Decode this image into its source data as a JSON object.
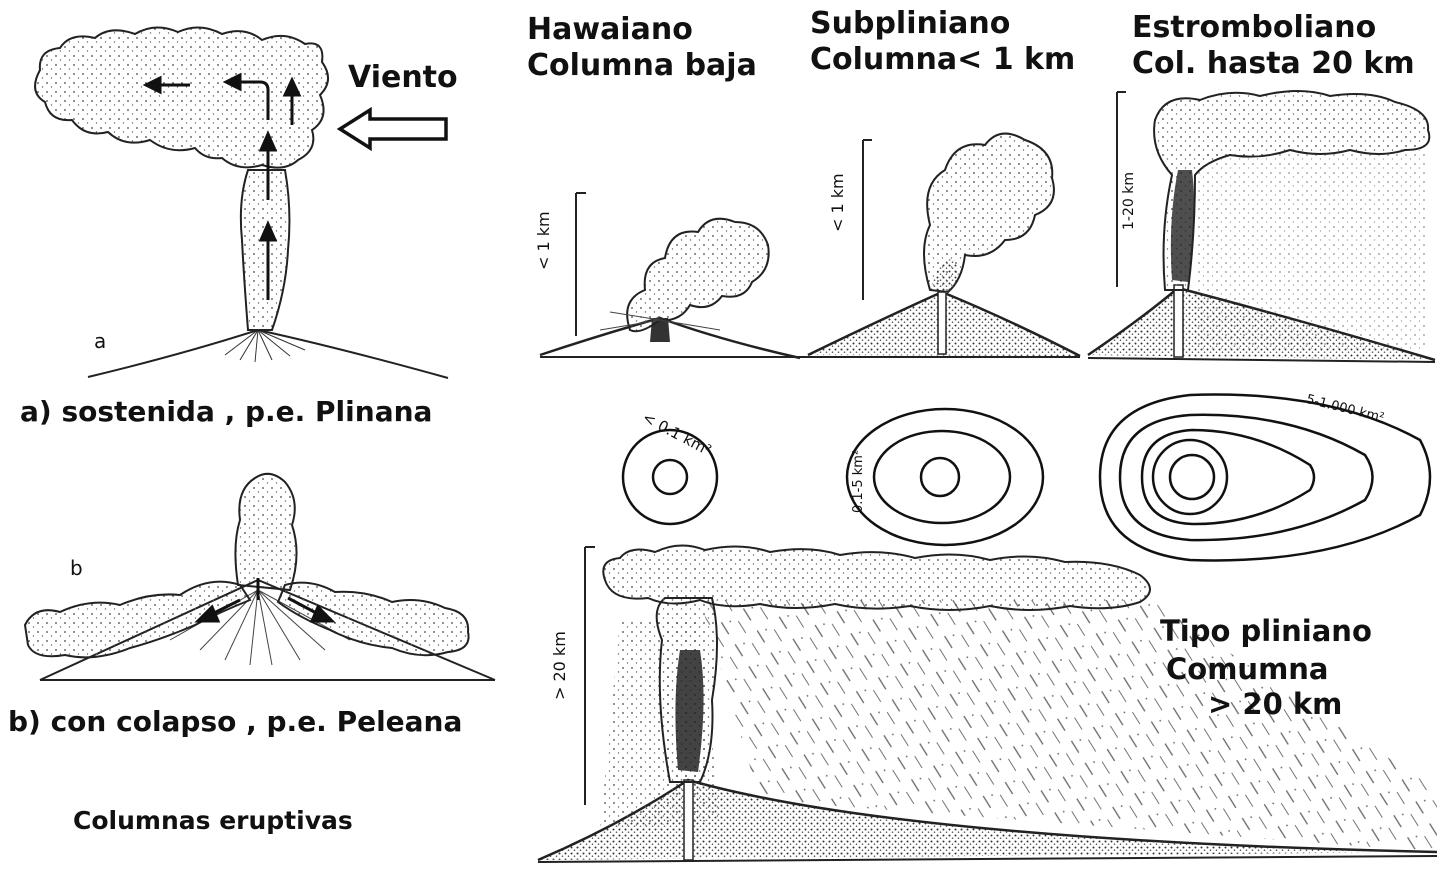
{
  "left": {
    "wind_label": "Viento",
    "panel_a_letter": "a",
    "panel_a_caption": "a) sostenida , p.e. Plinana",
    "panel_b_letter": "b",
    "panel_b_caption": "b) con colapso , p.e. Peleana",
    "title": "Columnas eruptivas"
  },
  "top_row": [
    {
      "line1": "Hawaiano",
      "line2": "Columna baja",
      "scale": "< 1 km"
    },
    {
      "line1": "Subpliniano",
      "line2": "Columna< 1 km",
      "scale": "< 1 km"
    },
    {
      "line1": "Estromboliano",
      "line2": "Col. hasta 20 km",
      "scale": "1-20 km"
    }
  ],
  "isopachs": [
    {
      "area": "< 0.1 km²"
    },
    {
      "area": "0.1-5 km²"
    },
    {
      "area": "5-1.000 km²"
    }
  ],
  "plinian": {
    "line1": "Tipo pliniano",
    "line2": "Comumna",
    "line3": "> 20 km",
    "scale": "> 20 km"
  }
}
